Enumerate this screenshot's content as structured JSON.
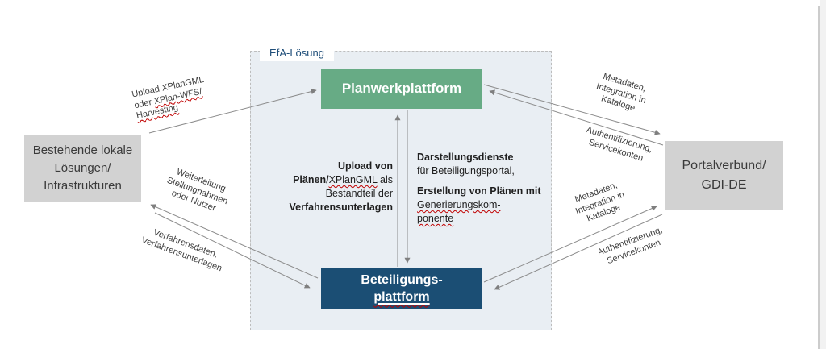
{
  "efa": {
    "label": "EfA-Lösung"
  },
  "boxes": {
    "planwerkplattform": {
      "label": "Planwerkplattform"
    },
    "beteiligungsplattform": {
      "line1": "Beteiligungs-",
      "line2": "plattform"
    },
    "left": {
      "lines": [
        "Bestehende lokale",
        "Lösungen/",
        "Infrastrukturen"
      ]
    },
    "right": {
      "lines": [
        "Portalverbund/",
        "GDI-DE"
      ]
    }
  },
  "center_text": {
    "upload": {
      "line1": "Upload von",
      "line2_bold": "Plänen/",
      "line2_spell": "XPlanGML",
      "line2_rest": " als",
      "line3": "Bestandteil der",
      "line4": "Verfahrensunterlagen"
    },
    "dienste": {
      "line1": "Darstellungsdienste",
      "line2": "für Beteiligungsportal,",
      "line3": "Erstellung von Plänen mit",
      "line4": "Generierungskom-",
      "line5": "ponente"
    }
  },
  "arrow_labels": {
    "upload_xplangml": {
      "line1": "Upload XPlanGML",
      "line2_plain": "oder ",
      "line2_spell": "XPlan-WFS/",
      "line3": "Harvesting"
    },
    "weiterleitung": {
      "lines": [
        "Weiterleitung",
        "Stellungnahmen",
        "oder Nutzer"
      ]
    },
    "verfahrensdaten": {
      "lines": [
        "Verfahrensdaten,",
        "Verfahrensunterlagen"
      ]
    },
    "metadaten_top": {
      "lines": [
        "Metadaten,",
        "Integration in",
        "Kataloge"
      ]
    },
    "auth_top": {
      "lines": [
        "Authentifizierung,",
        "Servicekonten"
      ]
    },
    "metadaten_bottom": {
      "lines": [
        "Metadaten,",
        "Integration in",
        "Kataloge"
      ]
    },
    "auth_bottom": {
      "lines": [
        "Authentifizierung,",
        "Servicekonten"
      ]
    }
  },
  "colors": {
    "green_box": "#67AB85",
    "blue_box": "#1B4E74",
    "gray_box": "#D2D2D2",
    "container_fill": "#E9EEF3",
    "efa_label_blue": "#1F4E79",
    "arrow_gray": "#7F7F7F",
    "spellcheck_red": "#C00000"
  }
}
